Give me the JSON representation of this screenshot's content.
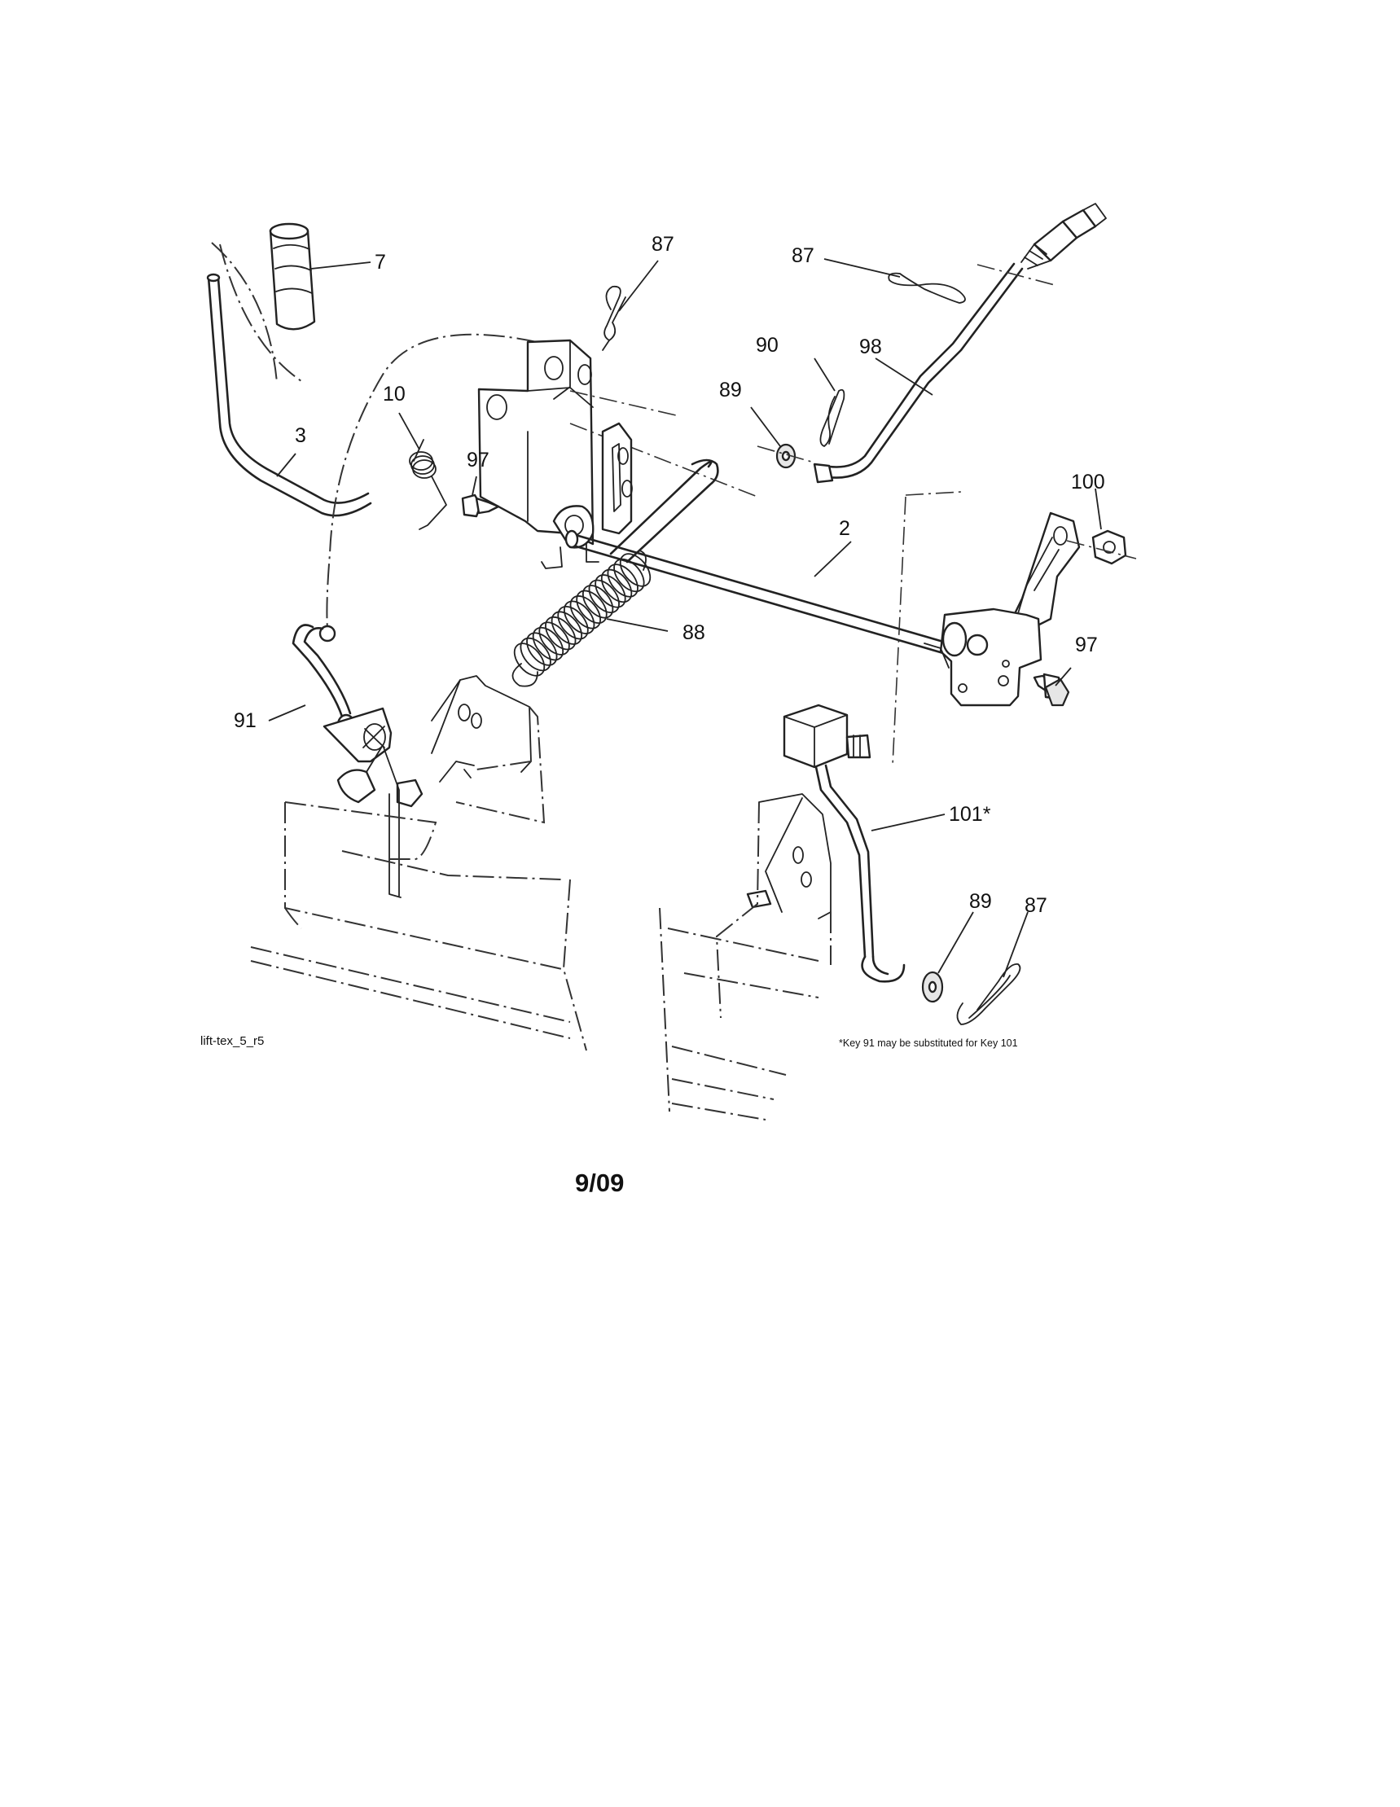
{
  "diagram": {
    "callouts": {
      "k7": "7",
      "k87a": "87",
      "k87b": "87",
      "k87c": "87",
      "k90": "90",
      "k98": "98",
      "k89a": "89",
      "k89b": "89",
      "k10": "10",
      "k3": "3",
      "k97a": "97",
      "k97b": "97",
      "k100": "100",
      "k2": "2",
      "k88": "88",
      "k91": "91",
      "k101": "101*"
    },
    "drawing_id": "lift-tex_5_r5",
    "substitution_note": "*Key 91 may be substituted for Key 101",
    "date": "9/09"
  }
}
